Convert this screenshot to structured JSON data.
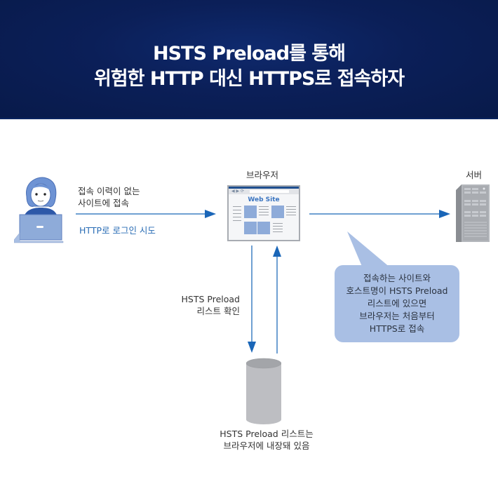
{
  "header": {
    "title_line1": "HSTS Preload를 통해",
    "title_line2": "위험한 HTTP 대신 HTTPS로 접속하자",
    "background_color": "#0b1f58"
  },
  "user": {
    "icon": "user-with-laptop-icon",
    "label_line1": "접속 이력이 없는",
    "label_line2": "사이트에 접속",
    "action_label": "HTTP로 로그인 시도"
  },
  "browser": {
    "label": "브라우저",
    "icon": "browser-window-icon",
    "site_title": "Web Site",
    "nav_icons": "◀ ▶ ⟳"
  },
  "server": {
    "label": "서버",
    "icon": "server-tower-icon"
  },
  "check": {
    "label_line1": "HSTS Preload",
    "label_line2": "리스트 확인"
  },
  "callout": {
    "lines": [
      "접속하는 사이트와",
      "호스트명이 HSTS Preload",
      "리스트에 있으면",
      "브라우저는 처음부터",
      "HTTPS로 접속"
    ],
    "color": "#a9bfe4"
  },
  "database": {
    "icon": "database-cylinder-icon",
    "label_line1": "HSTS Preload 리스트는",
    "label_line2": "브라우저에 내장돼 있음"
  },
  "colors": {
    "arrow_line": "#6fa0d2",
    "arrow_head": "#1a66b8",
    "accent_text": "#2a6db5"
  }
}
